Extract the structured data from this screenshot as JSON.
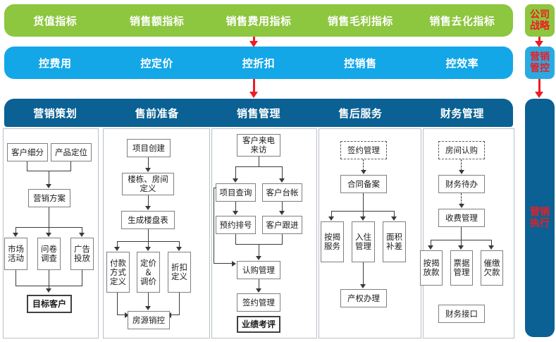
{
  "strategy_bar": {
    "items": [
      {
        "label": "货值指标"
      },
      {
        "label": "销售额指标"
      },
      {
        "label": "销售费用指标"
      },
      {
        "label": "销售毛利指标"
      },
      {
        "label": "销售去化指标"
      }
    ],
    "color": "#8DC63F"
  },
  "control_bar": {
    "items": [
      {
        "label": "控费用"
      },
      {
        "label": "控定价"
      },
      {
        "label": "控折扣"
      },
      {
        "label": "控销售"
      },
      {
        "label": "控效率"
      }
    ],
    "color": "#14A7E8"
  },
  "rail": {
    "strategy": "公司\n战略",
    "strategy_line1": "公司",
    "strategy_line2": "战略",
    "control_line1": "营销",
    "control_line2": "管控",
    "execution_line1": "营销",
    "execution_line2": "执行",
    "text_color": "#ED1C24"
  },
  "columns": [
    {
      "header": "营销策划",
      "nodes": [
        {
          "id": "c1n1",
          "label": "客户细分"
        },
        {
          "id": "c1n2",
          "label": "产品定位"
        },
        {
          "id": "c1n3",
          "label": "营销方案"
        },
        {
          "id": "c1n4",
          "label": "市场\n活动",
          "l1": "市场",
          "l2": "活动"
        },
        {
          "id": "c1n5",
          "label": "问卷\n调查",
          "l1": "问卷",
          "l2": "调查"
        },
        {
          "id": "c1n6",
          "label": "广告\n投放",
          "l1": "广告",
          "l2": "投放"
        },
        {
          "id": "c1n7",
          "label": "目标客户",
          "bold": true
        }
      ]
    },
    {
      "header": "售前准备",
      "nodes": [
        {
          "id": "c2n1",
          "label": "项目创建"
        },
        {
          "id": "c2n2",
          "label": "楼栋、房间\n定义",
          "l1": "楼栋、房间",
          "l2": "定义"
        },
        {
          "id": "c2n3",
          "label": "生成楼盘表"
        },
        {
          "id": "c2n4",
          "label": "付款\n方式\n定义",
          "l1": "付款",
          "l2": "方式",
          "l3": "定义"
        },
        {
          "id": "c2n5",
          "label": "定价\n＆\n调价",
          "l1": "定价",
          "l2": "＆",
          "l3": "调价"
        },
        {
          "id": "c2n6",
          "label": "折扣\n定义",
          "l1": "折扣",
          "l2": "定义"
        },
        {
          "id": "c2n7",
          "label": "房源销控"
        }
      ]
    },
    {
      "header": "销售管理",
      "nodes": [
        {
          "id": "c3n1",
          "label": "客户来电\n来访",
          "l1": "客户来电",
          "l2": "来访"
        },
        {
          "id": "c3n2",
          "label": "项目查询"
        },
        {
          "id": "c3n3",
          "label": "客户台帐"
        },
        {
          "id": "c3n4",
          "label": "预约排号"
        },
        {
          "id": "c3n5",
          "label": "客户跟进"
        },
        {
          "id": "c3n6",
          "label": "认购管理"
        },
        {
          "id": "c3n7",
          "label": "签约管理"
        },
        {
          "id": "c3n8",
          "label": "业绩考评",
          "bold": true
        }
      ]
    },
    {
      "header": "售后服务",
      "nodes": [
        {
          "id": "c4n1",
          "label": "签约管理",
          "dashed": true
        },
        {
          "id": "c4n2",
          "label": "合同备案"
        },
        {
          "id": "c4n3",
          "label": "按揭\n服务",
          "l1": "按揭",
          "l2": "服务"
        },
        {
          "id": "c4n4",
          "label": "入住\n管理",
          "l1": "入住",
          "l2": "管理"
        },
        {
          "id": "c4n5",
          "label": "面积\n补差",
          "l1": "面积",
          "l2": "补差"
        },
        {
          "id": "c4n6",
          "label": "产权办理"
        }
      ]
    },
    {
      "header": "财务管理",
      "nodes": [
        {
          "id": "c5n1",
          "label": "房间认购",
          "dashed": true
        },
        {
          "id": "c5n2",
          "label": "财务待办"
        },
        {
          "id": "c5n3",
          "label": "收费管理"
        },
        {
          "id": "c5n4",
          "label": "按揭\n放款",
          "l1": "按揭",
          "l2": "放款"
        },
        {
          "id": "c5n5",
          "label": "票据\n管理",
          "l1": "票据",
          "l2": "管理"
        },
        {
          "id": "c5n6",
          "label": "催缴\n欠款",
          "l1": "催缴",
          "l2": "欠款"
        },
        {
          "id": "c5n7",
          "label": "财务接口"
        }
      ]
    }
  ]
}
